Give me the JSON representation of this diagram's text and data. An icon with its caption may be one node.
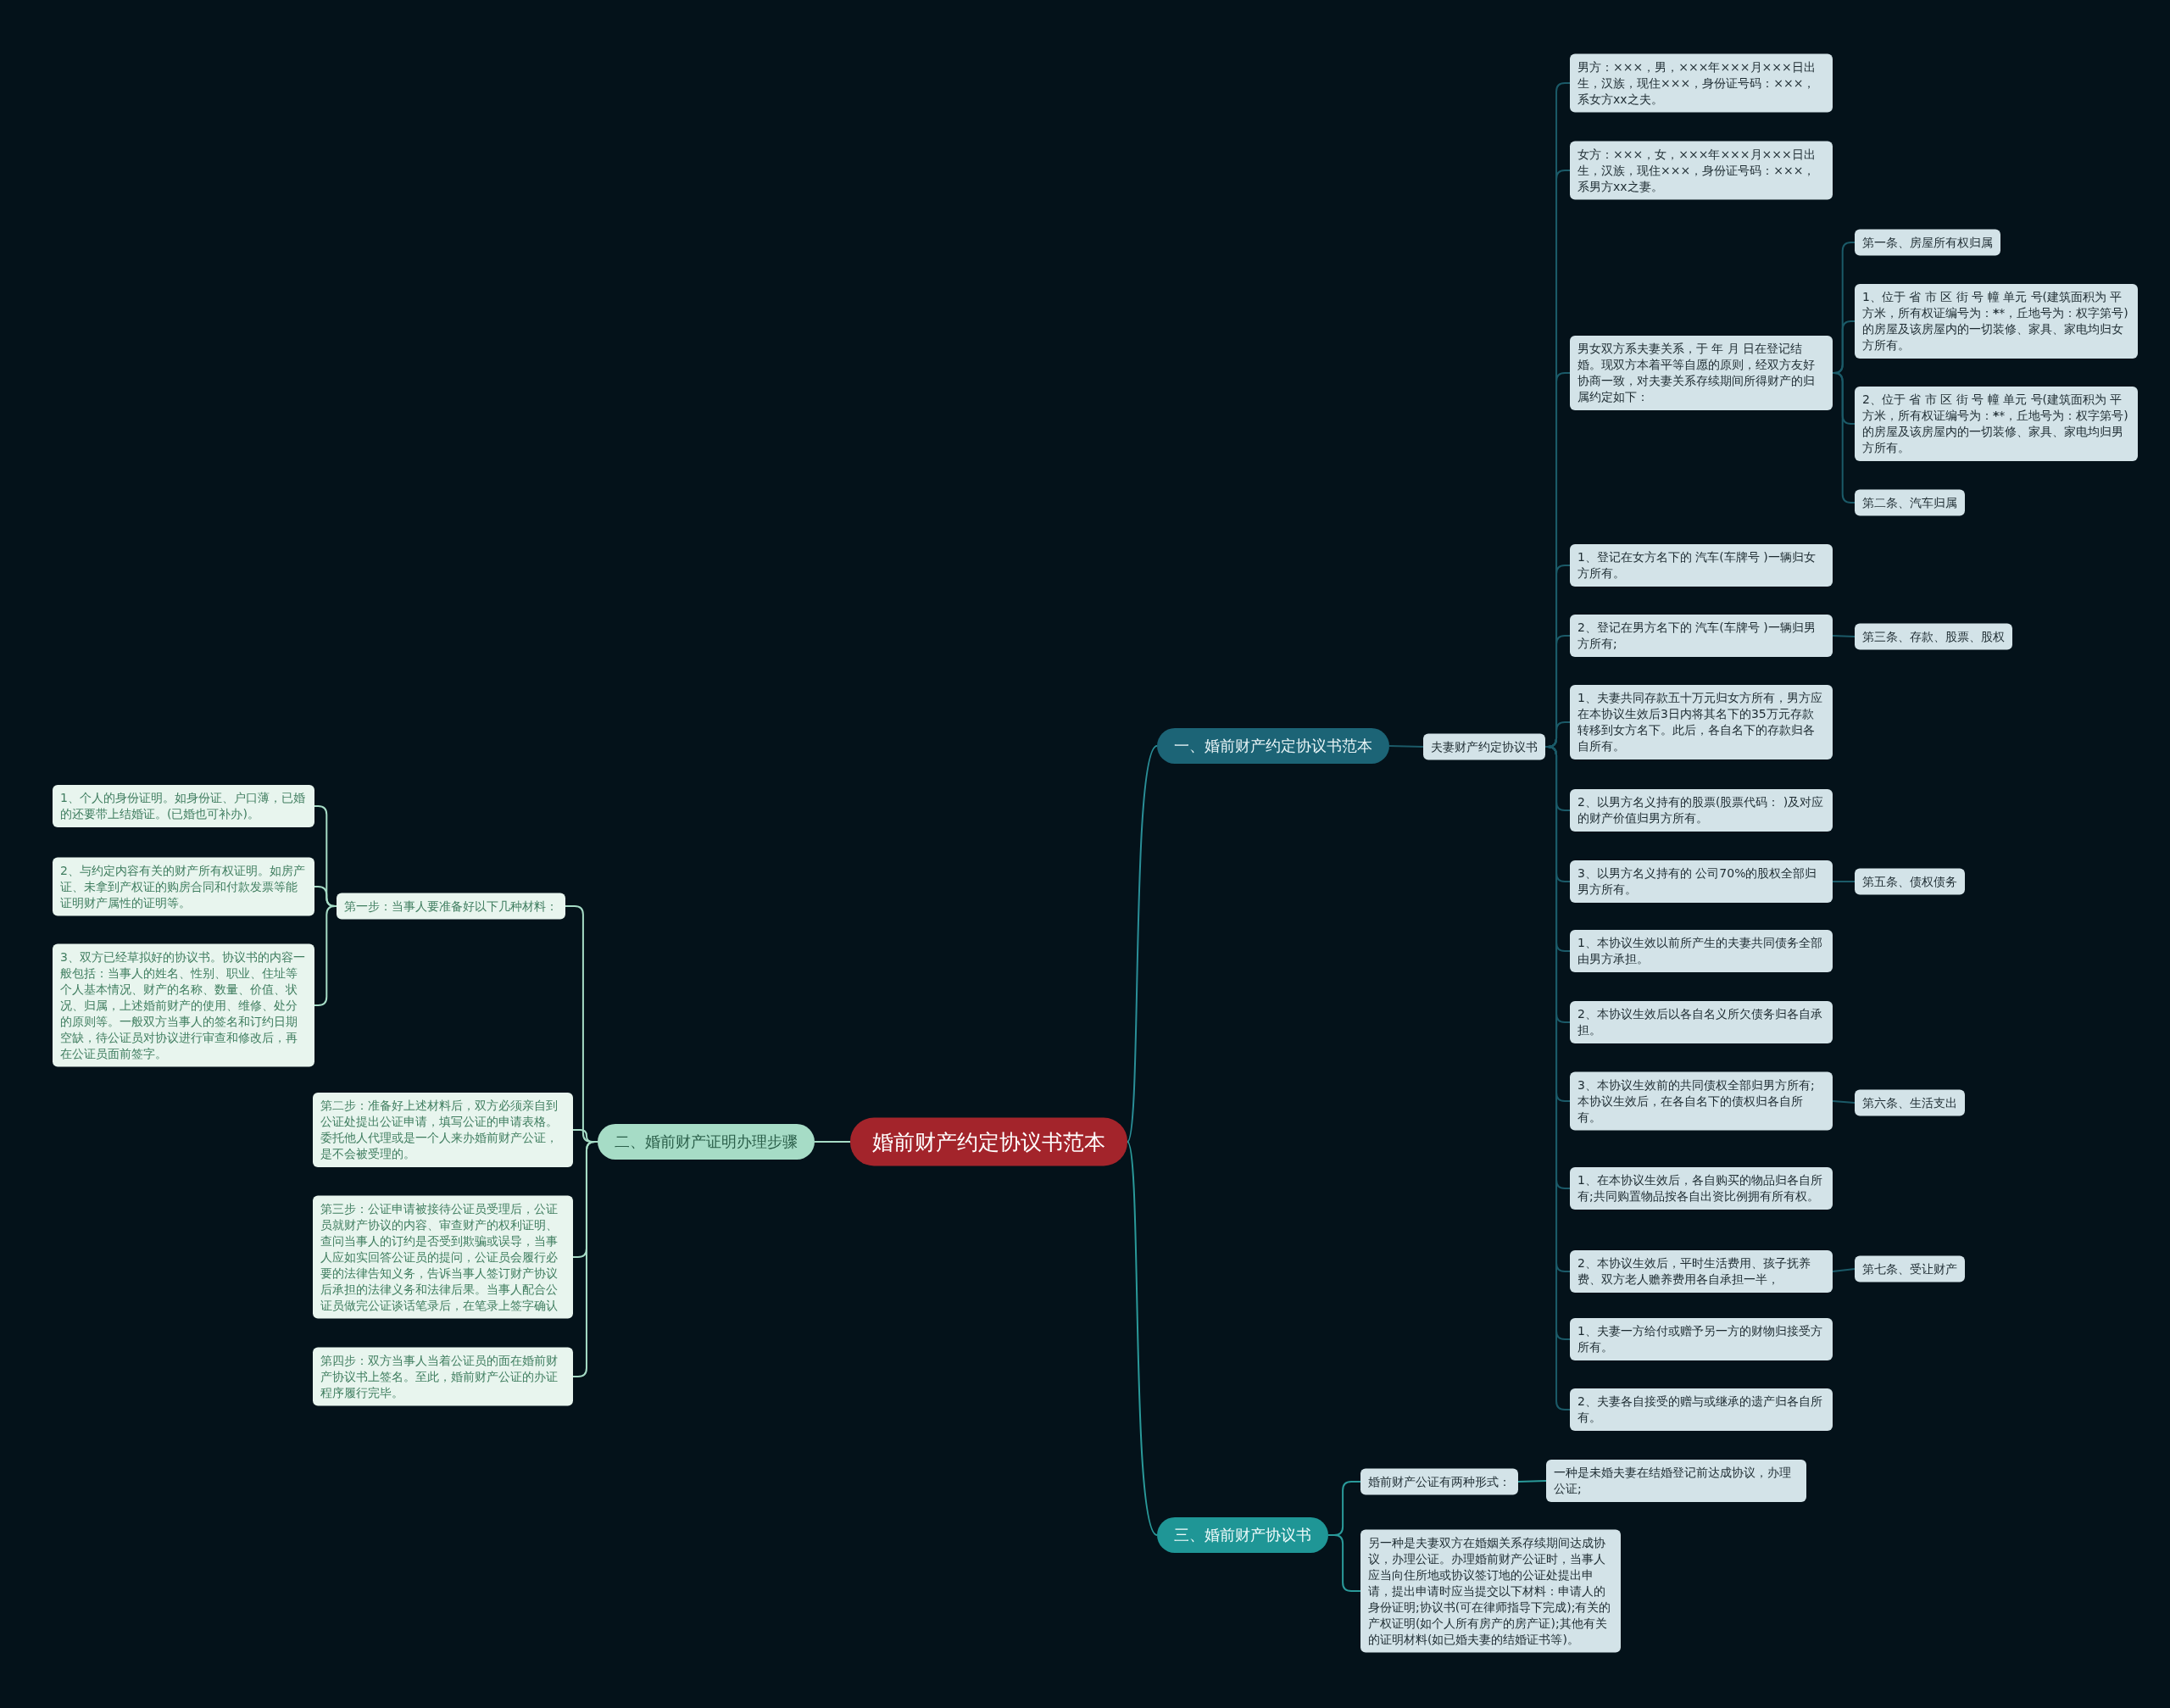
{
  "diagram": {
    "nodes": [
      {
        "text": [
          "婚前财产约定协议书范本"
        ]
      },
      {
        "text": [
          "一、婚前财产约定协议书范本"
        ]
      },
      {
        "text": [
          "夫妻财产约定协议书"
        ]
      },
      {
        "text": [
          "男方：×××，男，×××年×××月×××日出生，汉族，现住×××，身份证号码：×××，系女方xx之夫。"
        ]
      },
      {
        "text": [
          "女方：×××，女，×××年×××月×××日出生，汉族，现住×××，身份证号码：×××，系男方xx之妻。"
        ]
      },
      {
        "text": [
          "男女双方系夫妻关系，于 年 月 日在登记结婚。现双方本着平等自愿的原则，经双方友好协商一致，对夫妻关系存续期间所得财产的归属约定如下："
        ]
      },
      {
        "text": [
          "第一条、房屋所有权归属"
        ]
      },
      {
        "text": [
          "1、位于 省 市 区 街 号 幢 单元 号(建筑面积为 平方米，所有权证编号为：******，丘地号为：权字第号)的房屋及该房屋内的一切装修、家具、家电均归女方所有。"
        ]
      },
      {
        "text": [
          "2、位于 省 市 区 街 号 幢 单元 号(建筑面积为 平方米，所有权证编号为：******，丘地号为：权字第号)的房屋及该房屋内的一切装修、家具、家电均归男方所有。"
        ]
      },
      {
        "text": [
          "第二条、汽车归属"
        ]
      },
      {
        "text": [
          "1、登记在女方名下的 汽车(车牌号 )一辆归女方所有。"
        ]
      },
      {
        "text": [
          "2、登记在男方名下的 汽车(车牌号 )一辆归男方所有;"
        ]
      },
      {
        "text": [
          "第三条、存款、股票、股权"
        ]
      },
      {
        "text": [
          "1、夫妻共同存款五十万元归女方所有，男方应在本协议生效后3日内将其名下的35万元存款转移到女方名下。此后，各自名下的存款归各自所有。"
        ]
      },
      {
        "text": [
          "2、以男方名义持有的股票(股票代码： )及对应的财产价值归男方所有。"
        ]
      },
      {
        "text": [
          "3、以男方名义持有的 公司70%的股权全部归男方所有。"
        ]
      },
      {
        "text": [
          "第五条、债权债务"
        ]
      },
      {
        "text": [
          "1、本协议生效以前所产生的夫妻共同债务全部由男方承担。"
        ]
      },
      {
        "text": [
          "2、本协议生效后以各自名义所欠债务归各自承担。"
        ]
      },
      {
        "text": [
          "3、本协议生效前的共同债权全部归男方所有;本协议生效后，在各自名下的债权归各自所有。"
        ]
      },
      {
        "text": [
          "第六条、生活支出"
        ]
      },
      {
        "text": [
          "1、在本协议生效后，各自购买的物品归各自所有;共同购置物品按各自出资比例拥有所有权。"
        ]
      },
      {
        "text": [
          "2、本协议生效后，平时生活费用、孩子抚养费、双方老人赡养费用各自承担一半，"
        ]
      },
      {
        "text": [
          "第七条、受让财产"
        ]
      },
      {
        "text": [
          "1、夫妻一方给付或赠予另一方的财物归接受方所有。"
        ]
      },
      {
        "text": [
          "2、夫妻各自接受的赠与或继承的遗产归各自所有。"
        ]
      },
      {
        "text": [
          "二、婚前财产证明办理步骤"
        ]
      },
      {
        "text": [
          "第一步：当事人要准备好以下几种材料："
        ]
      },
      {
        "text": [
          "1、个人的身份证明。如身份证、户口薄，已婚的还要带上结婚证。(已婚也可补办)。"
        ]
      },
      {
        "text": [
          "2、与约定内容有关的财产所有权证明。如房产证、未拿到产权证的购房合同和付款发票等能证明财产属性的证明等。"
        ]
      },
      {
        "text": [
          "3、双方已经草拟好的协议书。协议书的内容一般包括：当事人的姓名、性别、职业、住址等个人基本情况、财产的名称、数量、价值、状况、归属，上述婚前财产的使用、维修、处分的原则等。一般双方当事人的签名和订约日期空缺，待公证员对协议进行审查和修改后，再在公证员面前签字。"
        ]
      },
      {
        "text": [
          "第二步：准备好上述材料后，双方必须亲自到公证处提出公证申请，填写公证的申请表格。委托他人代理或是一个人来办婚前财产公证，是不会被受理的。"
        ]
      },
      {
        "text": [
          "第三步：公证申请被接待公证员受理后，公证员就财产协议的内容、审查财产的权利证明、查问当事人的订约是否受到欺骗或误导，当事人应如实回答公证员的提问，公证员会履行必要的法律告知义务，告诉当事人签订财产协议后承担的法律义务和法律后果。当事人配合公证员做完公证谈话笔录后，在笔录上签字确认"
        ]
      },
      {
        "text": [
          "第四步：双方当事人当着公证员的面在婚前财产协议书上签名。至此，婚前财产公证的办证程序履行完毕。"
        ]
      },
      {
        "text": [
          "三、婚前财产协议书"
        ]
      },
      {
        "text": [
          "婚前财产公证有两种形式："
        ]
      },
      {
        "text": [
          "一种是未婚夫妻在结婚登记前达成协议，办理公证;"
        ]
      },
      {
        "text": [
          "另一种是夫妻双方在婚姻关系存续期间达成协议，办理公证。办理婚前财产公证时，当事人应当向住所地或协议签订地的公证处提出申请，提出申请时应当提交以下材料：申请人的身份证明;协议书(可在律师指导下完成);有关的产权证明(如个人所有房产的房产证);其他有关的证明材料(如已婚夫妻的结婚证书等)。"
        ]
      }
    ],
    "edges": [
      {
        "from": 0,
        "to": 1,
        "arrow": "none",
        "color": "#2a8f98"
      },
      {
        "from": 1,
        "to": 2,
        "arrow": "none"
      },
      {
        "from": 2,
        "to": 3,
        "arrow": "none"
      },
      {
        "from": 2,
        "to": 4,
        "arrow": "none"
      },
      {
        "from": 2,
        "to": 5,
        "arrow": "none"
      },
      {
        "from": 5,
        "to": 6,
        "arrow": "none"
      },
      {
        "from": 5,
        "to": 7,
        "arrow": "none"
      },
      {
        "from": 5,
        "to": 8,
        "arrow": "none"
      },
      {
        "from": 5,
        "to": 9,
        "arrow": "none"
      },
      {
        "from": 2,
        "to": 10,
        "arrow": "none"
      },
      {
        "from": 2,
        "to": 11,
        "arrow": "none"
      },
      {
        "from": 11,
        "to": 12,
        "arrow": "none"
      },
      {
        "from": 2,
        "to": 13,
        "arrow": "none"
      },
      {
        "from": 2,
        "to": 14,
        "arrow": "none"
      },
      {
        "from": 2,
        "to": 15,
        "arrow": "none"
      },
      {
        "from": 15,
        "to": 16,
        "arrow": "none"
      },
      {
        "from": 2,
        "to": 17,
        "arrow": "none"
      },
      {
        "from": 2,
        "to": 18,
        "arrow": "none"
      },
      {
        "from": 2,
        "to": 19,
        "arrow": "none"
      },
      {
        "from": 19,
        "to": 20,
        "arrow": "none"
      },
      {
        "from": 2,
        "to": 21,
        "arrow": "none"
      },
      {
        "from": 2,
        "to": 22,
        "arrow": "none"
      },
      {
        "from": 22,
        "to": 23,
        "arrow": "none"
      },
      {
        "from": 2,
        "to": 24,
        "arrow": "none"
      },
      {
        "from": 2,
        "to": 25,
        "arrow": "none"
      },
      {
        "from": 0,
        "to": 26,
        "arrow": "none",
        "color": "#a6dcc6"
      },
      {
        "from": 26,
        "to": 27,
        "arrow": "none",
        "color": "#a6dcc6"
      },
      {
        "from": 27,
        "to": 28,
        "arrow": "none",
        "color": "#a6dcc6"
      },
      {
        "from": 27,
        "to": 29,
        "arrow": "none",
        "color": "#a6dcc6"
      },
      {
        "from": 27,
        "to": 30,
        "arrow": "none",
        "color": "#a6dcc6"
      },
      {
        "from": 26,
        "to": 31,
        "arrow": "none",
        "color": "#a6dcc6"
      },
      {
        "from": 26,
        "to": 32,
        "arrow": "none",
        "color": "#a6dcc6"
      },
      {
        "from": 26,
        "to": 33,
        "arrow": "none",
        "color": "#a6dcc6"
      },
      {
        "from": 0,
        "to": 34,
        "arrow": "none",
        "color": "#2a9a9a"
      },
      {
        "from": 34,
        "to": 35,
        "arrow": "none",
        "color": "#2a9a9a"
      },
      {
        "from": 35,
        "to": 36,
        "arrow": "none",
        "color": "#2a9a9a"
      },
      {
        "from": 34,
        "to": 37,
        "arrow": "none",
        "color": "#2a9a9a"
      }
    ]
  }
}
